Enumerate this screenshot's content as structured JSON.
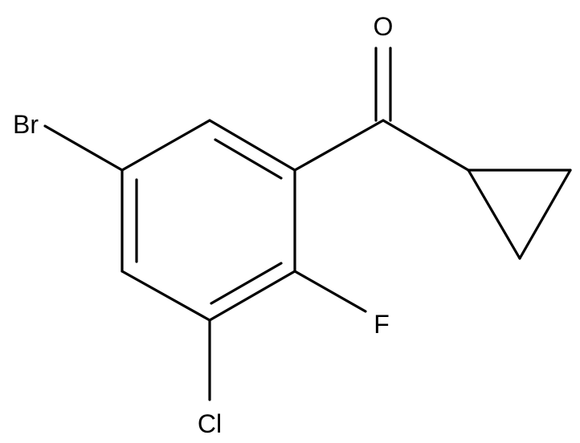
{
  "atoms": {
    "oxygen": "O",
    "bromine": "Br",
    "fluorine": "F",
    "chlorine": "Cl"
  },
  "colors": {
    "bond": "#000000",
    "label": "#000000",
    "background": "#ffffff"
  }
}
